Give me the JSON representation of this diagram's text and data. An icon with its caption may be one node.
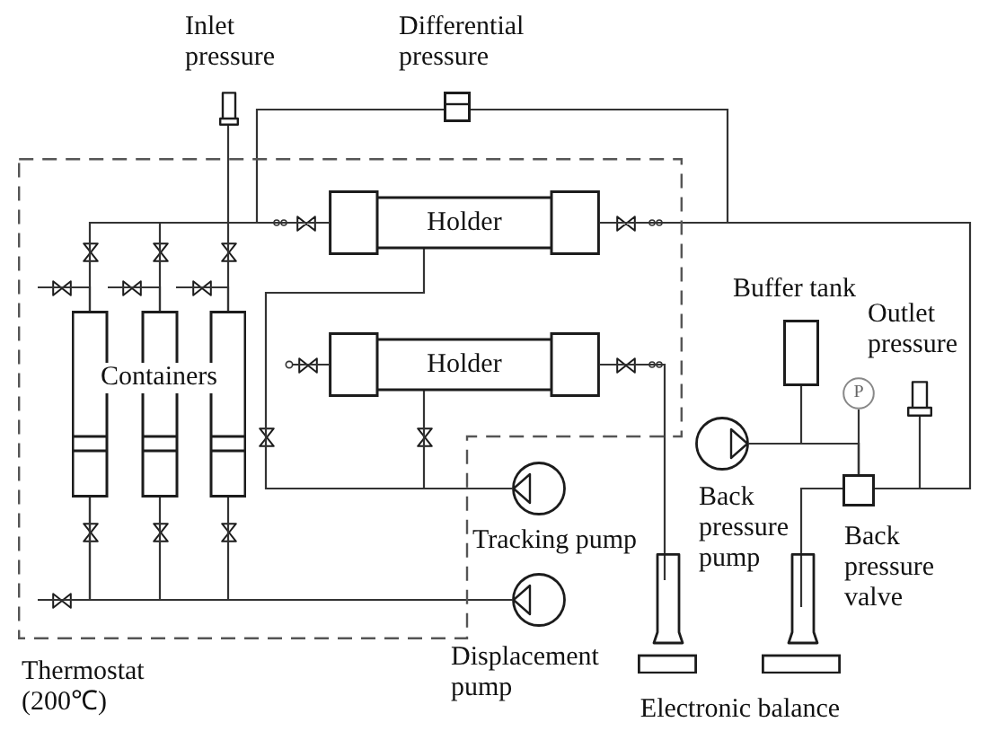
{
  "diagram": {
    "nodes": [
      {
        "text": [],
        "shape": "box",
        "beside": [
          "Thermostat (200℃)"
        ]
      },
      {
        "text": [],
        "shape": "box",
        "beside": [
          "Inlet pressure"
        ]
      },
      {
        "text": [],
        "shape": "box",
        "beside": [
          "Differential pressure"
        ]
      },
      {
        "text": [
          "Containers"
        ],
        "in": 0
      },
      {
        "text": [
          "Holder"
        ],
        "in": 0
      },
      {
        "text": [
          "Holder"
        ],
        "in": 0
      },
      {
        "text": [],
        "shape": "circle",
        "beside": [
          "Tracking pump"
        ]
      },
      {
        "text": [],
        "shape": "circle",
        "beside": [
          "Displacement pump"
        ]
      },
      {
        "text": [],
        "shape": "box",
        "beside": [
          "Buffer tank"
        ]
      },
      {
        "text": [
          "P"
        ]
      },
      {
        "text": [],
        "shape": "circle"
      },
      {
        "text": [],
        "shape": "box",
        "beside": [
          "Back pressure valve"
        ]
      },
      {
        "text": [],
        "shape": "box",
        "beside": [
          "Outlet pressure"
        ]
      },
      {
        "text": [],
        "shape": "picture"
      },
      {
        "text": [],
        "shape": "picture"
      }
    ],
    "edges": [
      {
        "from": 3,
        "to": 4,
        "arrow": "none"
      },
      {
        "from": 1,
        "to": 3,
        "arrow": "none"
      },
      {
        "from": 2,
        "to": 4,
        "arrow": "none"
      },
      {
        "from": 2,
        "to": 4,
        "arrow": "none"
      },
      {
        "from": 4,
        "to": 11,
        "arrow": "none"
      },
      {
        "from": 12,
        "to": 11,
        "arrow": "none"
      },
      {
        "from": 4,
        "to": 6,
        "arrow": "none"
      },
      {
        "from": 5,
        "to": 6,
        "arrow": "none"
      },
      {
        "from": 3,
        "to": 7,
        "arrow": "none"
      },
      {
        "from": null,
        "to": 3,
        "arrow": "none"
      },
      {
        "from": null,
        "to": 3,
        "arrow": "none"
      },
      {
        "from": null,
        "to": 3,
        "arrow": "none"
      },
      {
        "from": null,
        "to": 3,
        "arrow": "none"
      },
      {
        "from": 5,
        "to": null,
        "arrow": "other"
      },
      {
        "from": 5,
        "to": 13,
        "arrow": "none"
      },
      {
        "from": 10,
        "to": 11,
        "arrow": "none"
      },
      {
        "from": 8,
        "to": 11,
        "arrow": "none"
      },
      {
        "from": 9,
        "to": 11,
        "arrow": "none"
      },
      {
        "from": 11,
        "to": 14,
        "arrow": "none"
      },
      {
        "from": 3,
        "to": 4,
        "arrow": "none"
      },
      {
        "from": 3,
        "to": 7,
        "arrow": "none"
      },
      {
        "from": 3,
        "to": 7,
        "arrow": "none"
      }
    ],
    "labels": [
      "Back pressure pump",
      "Electronic balance"
    ]
  }
}
